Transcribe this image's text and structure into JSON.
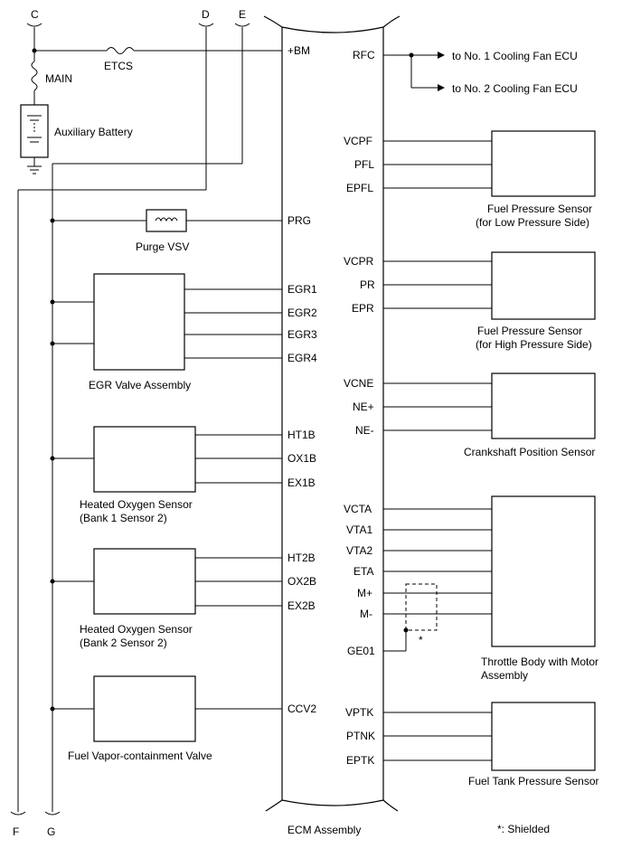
{
  "diagram": {
    "connectors": {
      "c": "C",
      "d": "D",
      "e": "E",
      "f": "F",
      "g": "G"
    },
    "fuses": {
      "etcs": "ETCS",
      "main": "MAIN"
    },
    "components": {
      "aux_battery": "Auxiliary Battery",
      "purge_vsv": "Purge VSV",
      "egr_valve": "EGR Valve Assembly",
      "ho2s_b1_l1": "Heated Oxygen Sensor",
      "ho2s_b1_l2": "(Bank 1 Sensor 2)",
      "ho2s_b2_l1": "Heated Oxygen Sensor",
      "ho2s_b2_l2": "(Bank 2 Sensor 2)",
      "fuel_vapor_valve": "Fuel Vapor-containment Valve",
      "fps_low_l1": "Fuel Pressure Sensor",
      "fps_low_l2": "(for Low Pressure Side)",
      "fps_high_l1": "Fuel Pressure Sensor",
      "fps_high_l2": "(for High Pressure Side)",
      "crank_sensor": "Crankshaft Position Sensor",
      "throttle_l1": "Throttle Body with Motor",
      "throttle_l2": "Assembly",
      "fuel_tank_sensor": "Fuel Tank Pressure Sensor",
      "ecm": "ECM Assembly"
    },
    "fan_targets": {
      "fan1": "to No. 1 Cooling Fan ECU",
      "fan2": "to No. 2 Cooling Fan ECU"
    },
    "shield": {
      "mark": "*",
      "legend": "*: Shielded"
    },
    "left_pins": {
      "bm": "+BM",
      "prg": "PRG",
      "egr1": "EGR1",
      "egr2": "EGR2",
      "egr3": "EGR3",
      "egr4": "EGR4",
      "ht1b": "HT1B",
      "ox1b": "OX1B",
      "ex1b": "EX1B",
      "ht2b": "HT2B",
      "ox2b": "OX2B",
      "ex2b": "EX2B",
      "ccv2": "CCV2"
    },
    "right_pins": {
      "rfc": "RFC",
      "vcpf": "VCPF",
      "pfl": "PFL",
      "epfl": "EPFL",
      "vcpr": "VCPR",
      "pr": "PR",
      "epr": "EPR",
      "vcne": "VCNE",
      "nep": "NE+",
      "nem": "NE-",
      "vcta": "VCTA",
      "vta1": "VTA1",
      "vta2": "VTA2",
      "eta": "ETA",
      "mp": "M+",
      "mm": "M-",
      "ge01": "GE01",
      "vptk": "VPTK",
      "ptnk": "PTNK",
      "eptk": "EPTK"
    }
  }
}
